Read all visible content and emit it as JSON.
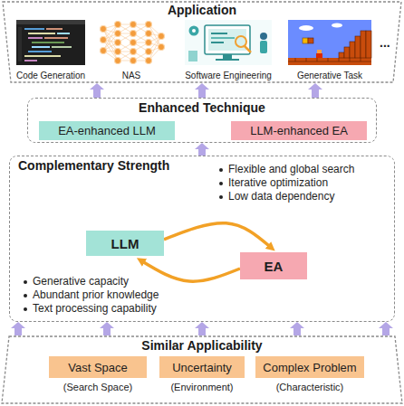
{
  "diagram": {
    "nodes": [
      {
        "text": [
          "Application"
        ]
      },
      {
        "text": [
          "Code Generation"
        ],
        "in": 0
      },
      {
        "text": [
          "NAS"
        ],
        "in": 0
      },
      {
        "text": [
          "Software Engineering"
        ],
        "in": 0
      },
      {
        "text": [
          "Generative Task"
        ],
        "in": 0
      },
      {
        "text": [
          "Enhanced Technique"
        ]
      },
      {
        "text": [
          "EA-enhanced LLM"
        ],
        "in": 5
      },
      {
        "text": [
          "LLM-enhanced EA"
        ],
        "in": 5
      },
      {
        "text": [
          "Complementary Strength"
        ]
      },
      {
        "text": [
          "LLM"
        ],
        "in": 8
      },
      {
        "text": [
          "EA"
        ],
        "in": 8
      },
      {
        "text": [
          "Similar Applicability"
        ]
      },
      {
        "text": [
          "Vast Space",
          "(Search Space)"
        ],
        "in": 11
      },
      {
        "text": [
          "Uncertainty",
          "(Environment)"
        ],
        "in": 11
      },
      {
        "text": [
          "Complex Problem",
          "(Characteristic)"
        ],
        "in": 11
      }
    ],
    "edges": [
      {
        "from": 11,
        "to": 8,
        "arrow": "to"
      },
      {
        "from": 11,
        "to": 8,
        "arrow": "to"
      },
      {
        "from": 11,
        "to": 8,
        "arrow": "to"
      },
      {
        "from": 11,
        "to": 8,
        "arrow": "to"
      },
      {
        "from": 11,
        "to": 8,
        "arrow": "to"
      },
      {
        "from": 8,
        "to": 5,
        "arrow": "to"
      },
      {
        "from": 5,
        "to": 0,
        "arrow": "to"
      },
      {
        "from": 5,
        "to": 0,
        "arrow": "to"
      },
      {
        "from": 5,
        "to": 0,
        "arrow": "to"
      },
      {
        "from": 9,
        "to": 10,
        "arrow": "to"
      },
      {
        "from": 10,
        "to": 9,
        "arrow": "to"
      }
    ],
    "labels": [
      "...",
      "Flexible and global search",
      "Iterative optimization",
      "Low data dependency",
      "Generative capacity",
      "Abundant prior knowledge",
      "Text processing capability"
    ]
  }
}
